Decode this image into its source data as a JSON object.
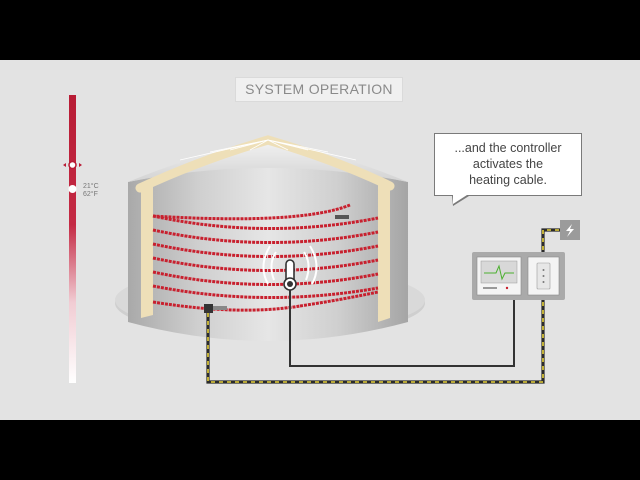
{
  "title": "SYSTEM OPERATION",
  "callout": {
    "line1": "...and the controller",
    "line2": "activates the",
    "line3": "heating cable."
  },
  "thermometer": {
    "celsius": "21°C",
    "fahrenheit": "62°F"
  },
  "icons": {
    "power": "lightning-bolt-icon",
    "sensor": "thermometer-icon"
  },
  "colors": {
    "heating_cable": "#c8202e",
    "thermometer_bar": "#b81c35",
    "insulation": "#eedfb8",
    "tank": "#c2c2c2",
    "background": "#e3e3e3"
  }
}
